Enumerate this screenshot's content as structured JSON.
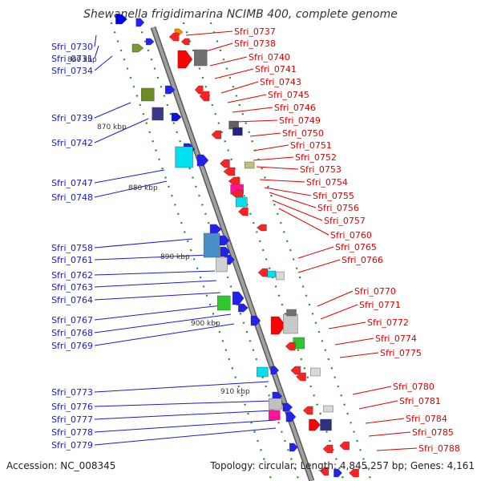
{
  "title": "Shewanella frigidimarina NCIMB 400, complete genome",
  "accession": "Accession: NC_008345",
  "summary": "Topology: circular; Length: 4,845,257 bp; Genes: 4,161",
  "colors": {
    "left_label": "#1a1ad0",
    "right_label": "#e00000",
    "backbone": "#8c8c8c",
    "tick": "#2a8a2a"
  },
  "kbp_markers": [
    "860 kbp",
    "870 kbp",
    "880 kbp",
    "890 kbp",
    "900 kbp",
    "910 kbp"
  ],
  "left_labels": [
    "Sfri_0730",
    "Sfri_0731",
    "Sfri_0734",
    "Sfri_0739",
    "Sfri_0742",
    "Sfri_0747",
    "Sfri_0748",
    "Sfri_0758",
    "Sfri_0761",
    "Sfri_0762",
    "Sfri_0763",
    "Sfri_0764",
    "Sfri_0767",
    "Sfri_0768",
    "Sfri_0769",
    "Sfri_0773",
    "Sfri_0776",
    "Sfri_0777",
    "Sfri_0778",
    "Sfri_0779"
  ],
  "right_labels": [
    "Sfri_0737",
    "Sfri_0738",
    "Sfri_0740",
    "Sfri_0741",
    "Sfri_0743",
    "Sfri_0745",
    "Sfri_0746",
    "Sfri_0749",
    "Sfri_0750",
    "Sfri_0751",
    "Sfri_0752",
    "Sfri_0753",
    "Sfri_0754",
    "Sfri_0755",
    "Sfri_0756",
    "Sfri_0757",
    "Sfri_0760",
    "Sfri_0765",
    "Sfri_0766",
    "Sfri_0770",
    "Sfri_0771",
    "Sfri_0772",
    "Sfri_0774",
    "Sfri_0775",
    "Sfri_0780",
    "Sfri_0781",
    "Sfri_0784",
    "Sfri_0785",
    "Sfri_0788"
  ]
}
